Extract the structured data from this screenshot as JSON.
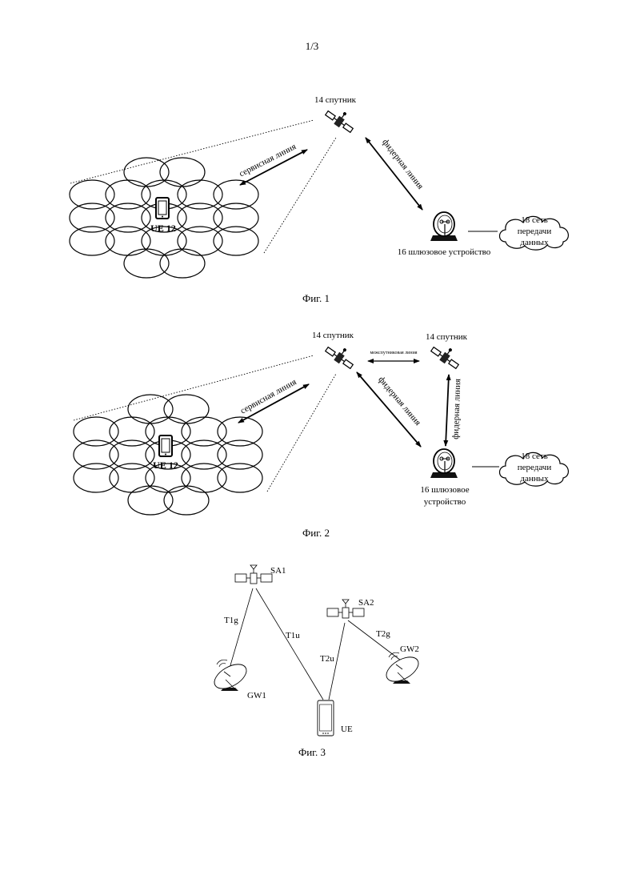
{
  "page_number": "1/3",
  "fig1": {
    "caption": "Фиг. 1",
    "satellite_label": "14 спутник",
    "service_link": "сервисная линия",
    "feeder_link": "фидерная линия",
    "ue_label": "UE 12",
    "gateway_label": "16 шлюзовое устройство",
    "network_lines": [
      "18 сеть",
      "передачи",
      "данных"
    ]
  },
  "fig2": {
    "caption": "Фиг. 2",
    "satellite1_label": "14 спутник",
    "satellite2_label": "14 спутник",
    "intersatellite_link": "межспутниковая линия",
    "service_link": "сервисная линия",
    "feeder_link_1": "фидерная линия",
    "feeder_link_2": "фидерная линия",
    "ue_label": "UE 12",
    "gateway_lines": [
      "16 шлюзовое",
      "устройство"
    ],
    "network_lines": [
      "18 сеть",
      "передачи",
      "данных"
    ]
  },
  "fig3": {
    "caption": "Фиг. 3",
    "sa1": "SA1",
    "sa2": "SA2",
    "t1g": "T1g",
    "t1u": "T1u",
    "t2u": "T2u",
    "t2g": "T2g",
    "gw1": "GW1",
    "gw2": "GW2",
    "ue": "UE"
  },
  "icons": [
    "satellite-icon",
    "gateway-dish-icon",
    "phone-icon",
    "cloud-icon"
  ]
}
